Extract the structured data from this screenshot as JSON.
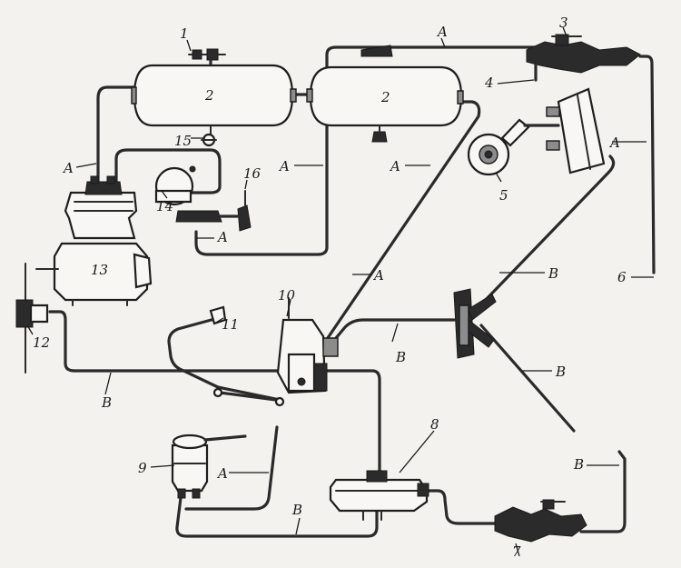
{
  "diagram": {
    "part_numbers": [
      "1",
      "2",
      "2",
      "3",
      "4",
      "5",
      "6",
      "7",
      "8",
      "9",
      "10",
      "11",
      "12",
      "13",
      "14",
      "15",
      "16"
    ],
    "line_labels": {
      "A": "A",
      "B": "B"
    }
  }
}
